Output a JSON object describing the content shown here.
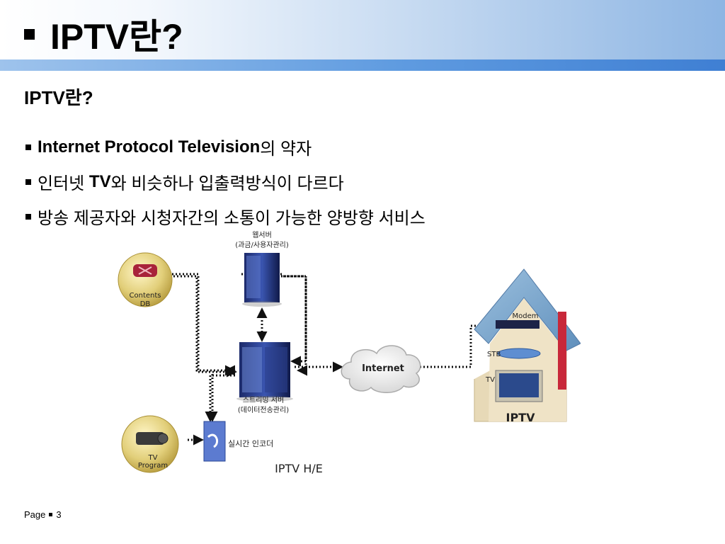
{
  "slide": {
    "title": "IPTV란?",
    "subtitle": "IPTV란?",
    "bullets": [
      {
        "bold": "Internet Protocol Television",
        "text": "의 약자"
      },
      {
        "pre": "인터넷 ",
        "bold": "TV",
        "text": "와 비슷하나 입출력방식이 다르다"
      },
      {
        "text": "방송 제공자와 시청자간의 소통이 가능한 양방향 서비스"
      }
    ],
    "footer": {
      "label": "Page",
      "number": "3"
    }
  },
  "diagram": {
    "web_server": {
      "name": "웹서버",
      "desc": "(과금/사용자관리)"
    },
    "contents_db": {
      "line1": "Contents",
      "line2": "DB"
    },
    "streaming_server": {
      "name": "스트리밍 서버",
      "desc": "(데이터전송관리)"
    },
    "internet": "Internet",
    "home": {
      "modem": "Modem",
      "stb": "STB",
      "tv": "TV",
      "label": "IPTV"
    },
    "tv_program": {
      "line1": "TV",
      "line2": "Program"
    },
    "encoder": "실시간 인코더",
    "he_label": "IPTV H/E"
  }
}
